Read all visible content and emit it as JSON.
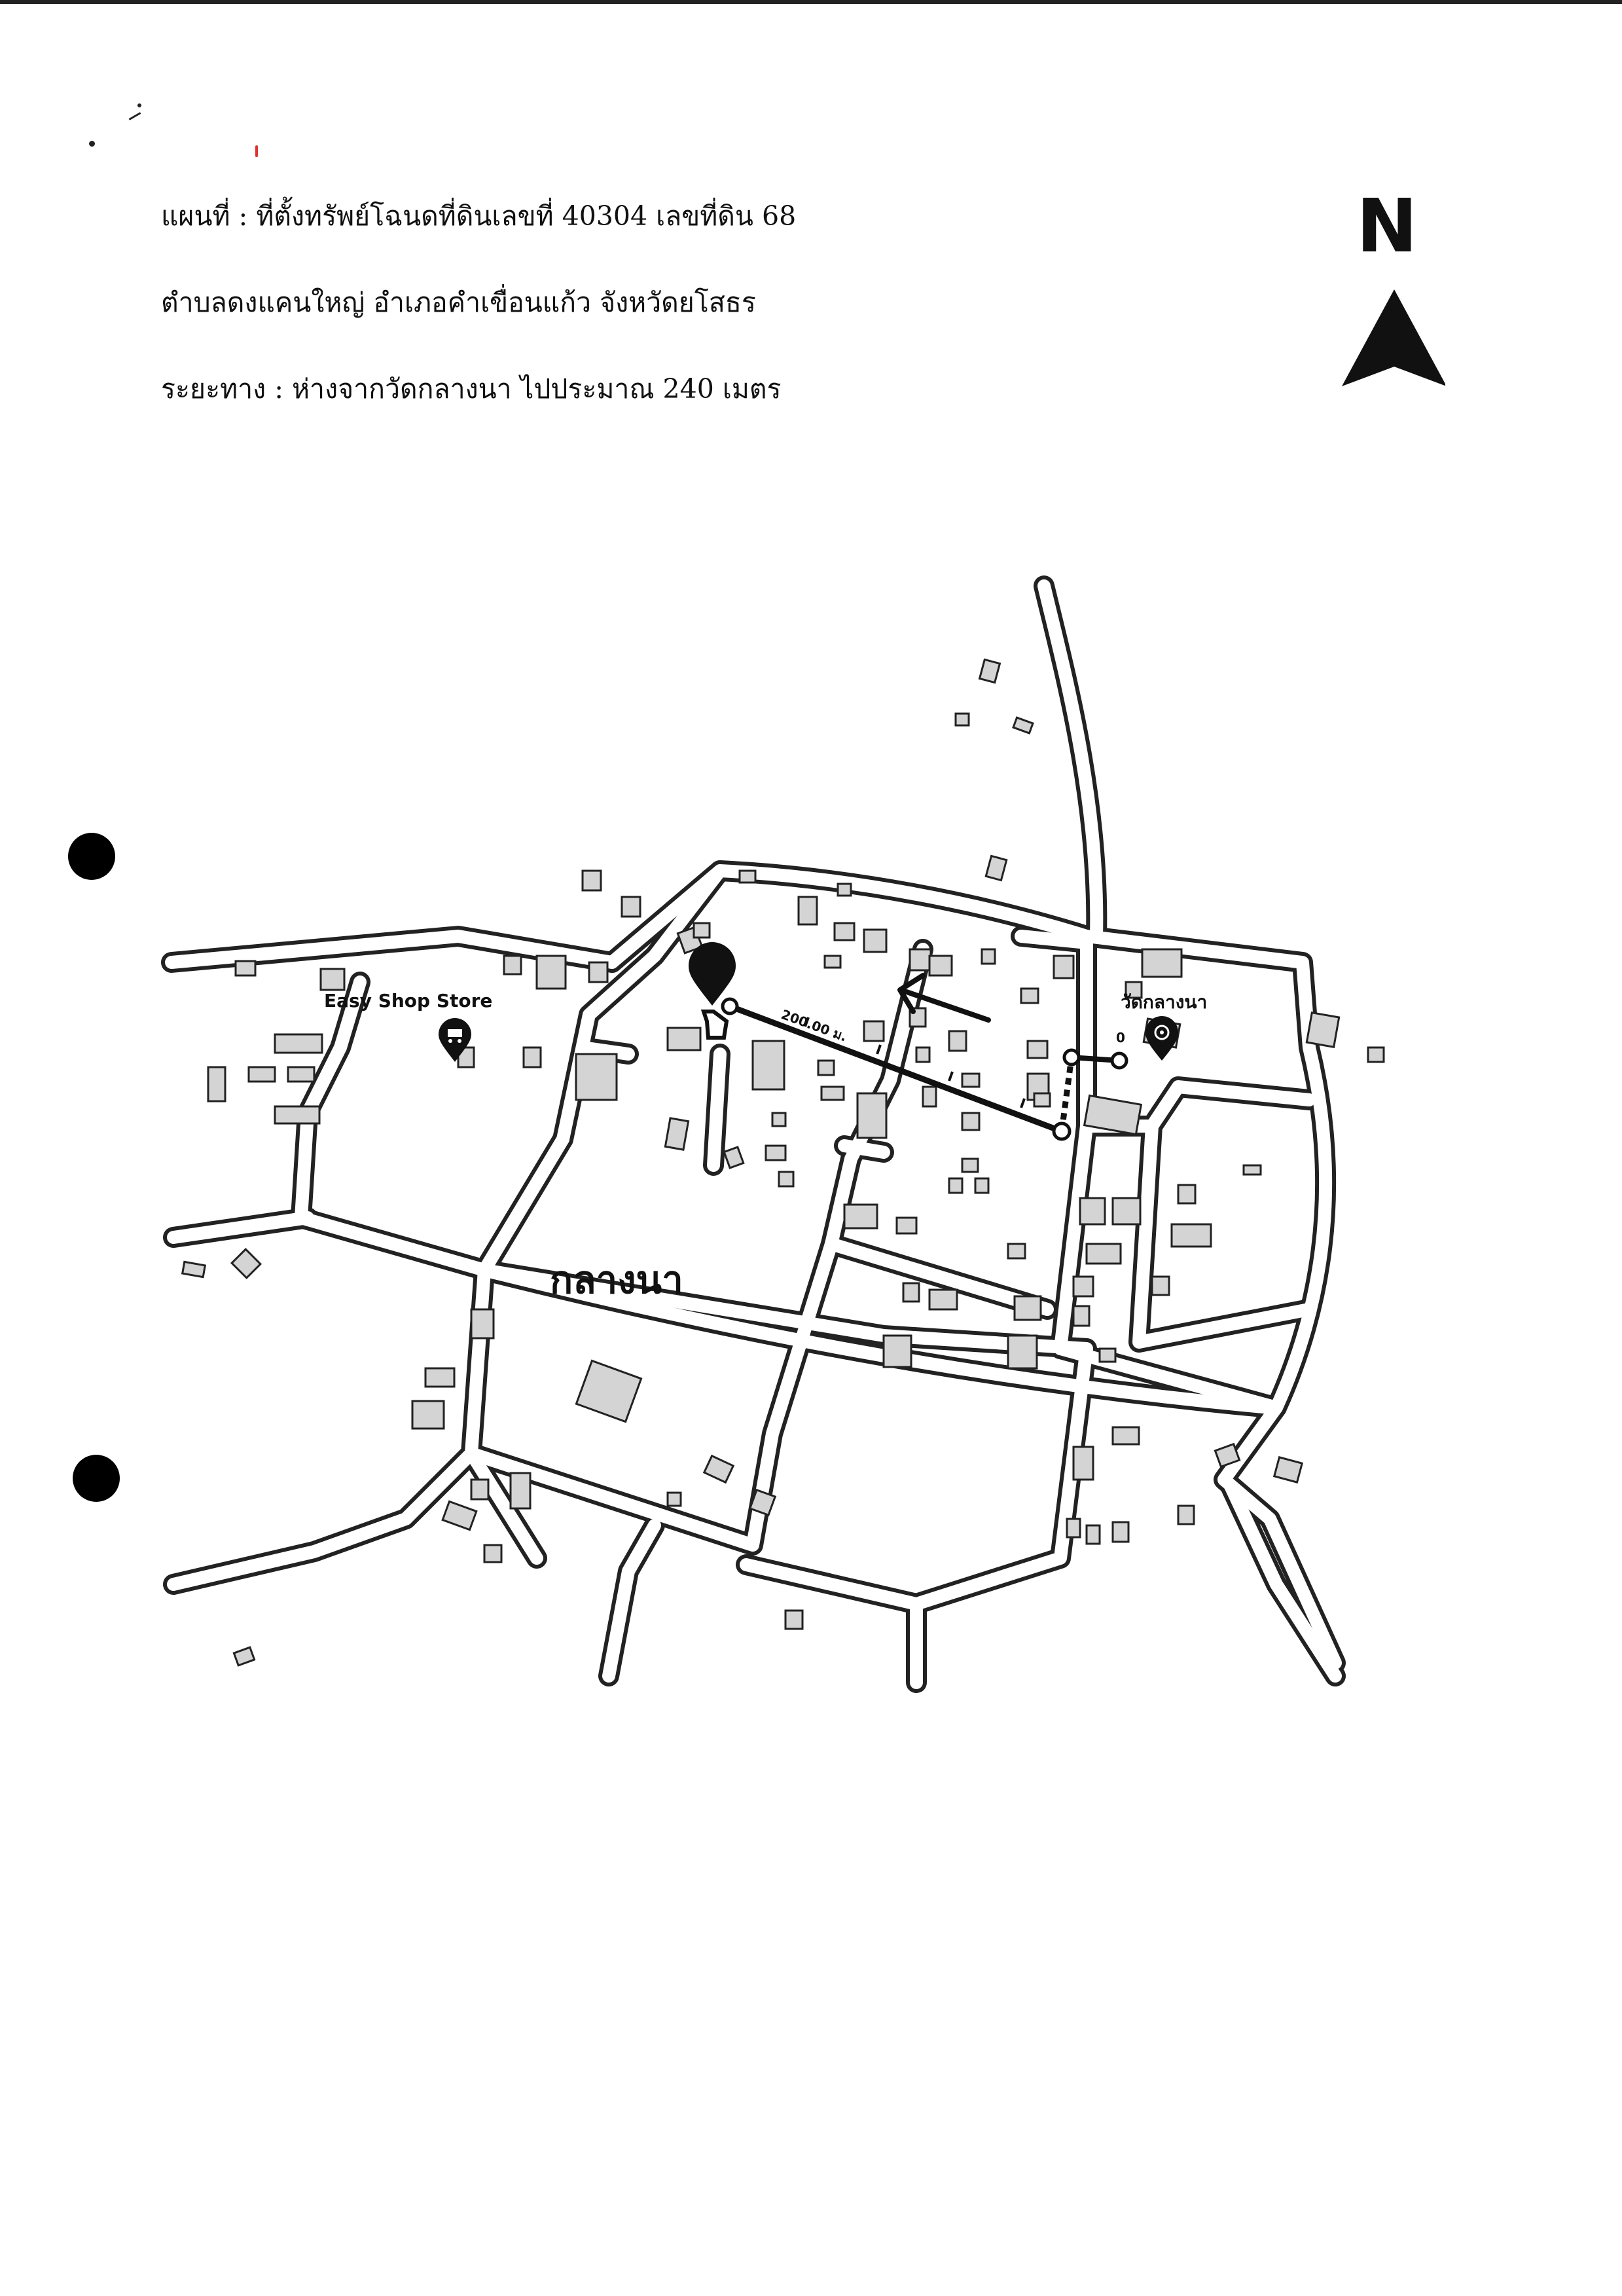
{
  "header": {
    "line1": "แผนที่ : ที่ตั้งทรัพย์โฉนดที่ดินเลขที่ 40304 เลขที่ดิน 68",
    "line2": "ตำบลดงแคนใหญ่ อำเภอคำเขื่อนแก้ว จังหวัดยโสธร",
    "line3": "ระยะทาง : ห่างจากวัดกลางนา ไปประมาณ 240 เมตร"
  },
  "compass": {
    "label": "N"
  },
  "map": {
    "labels": {
      "village": "กลางนา",
      "store": "Easy Shop Store",
      "temple": "วัดกลางนา",
      "scale": "200.00 ม.",
      "zero": "0"
    },
    "icons": {
      "property": "map-pin-icon",
      "store": "shopping-cart-pin-icon",
      "temple": "temple-pin-icon",
      "direction": "arrow-left-icon"
    }
  }
}
